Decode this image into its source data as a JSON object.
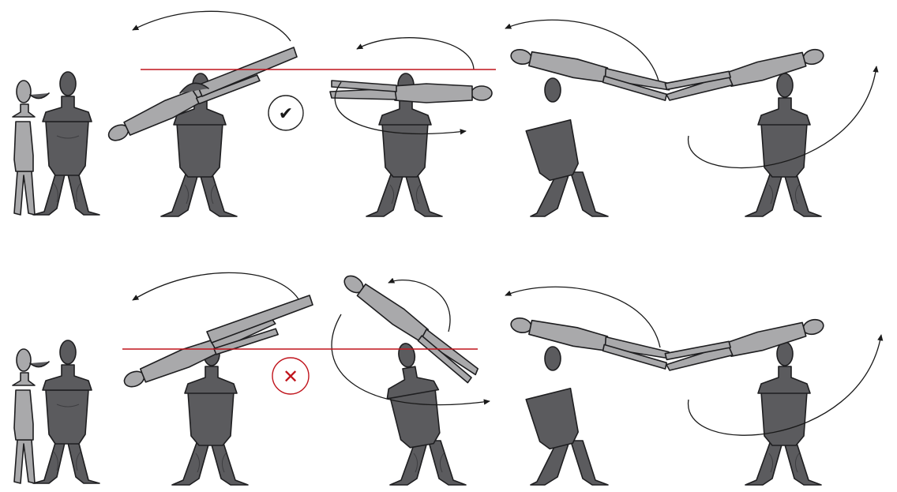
{
  "title": "",
  "rows": [
    {
      "id": "row-correct",
      "reference_line": true,
      "reference_line_color": "#c0141c",
      "mark": {
        "kind": "correct",
        "glyph": "✔",
        "icon": "checkmark-icon",
        "color": "#1a1a1a"
      }
    },
    {
      "id": "row-incorrect",
      "reference_line": true,
      "reference_line_color": "#c0141c",
      "mark": {
        "kind": "incorrect",
        "glyph": "✕",
        "icon": "cross-icon",
        "color": "#c0141c"
      }
    }
  ],
  "frames_per_row": 5,
  "colors": {
    "lifter_figure": "#5b5b5e",
    "partner_figure": "#a9a9ab",
    "outline": "#1e1e20",
    "rotation_arrow": "#1a1a1a"
  }
}
